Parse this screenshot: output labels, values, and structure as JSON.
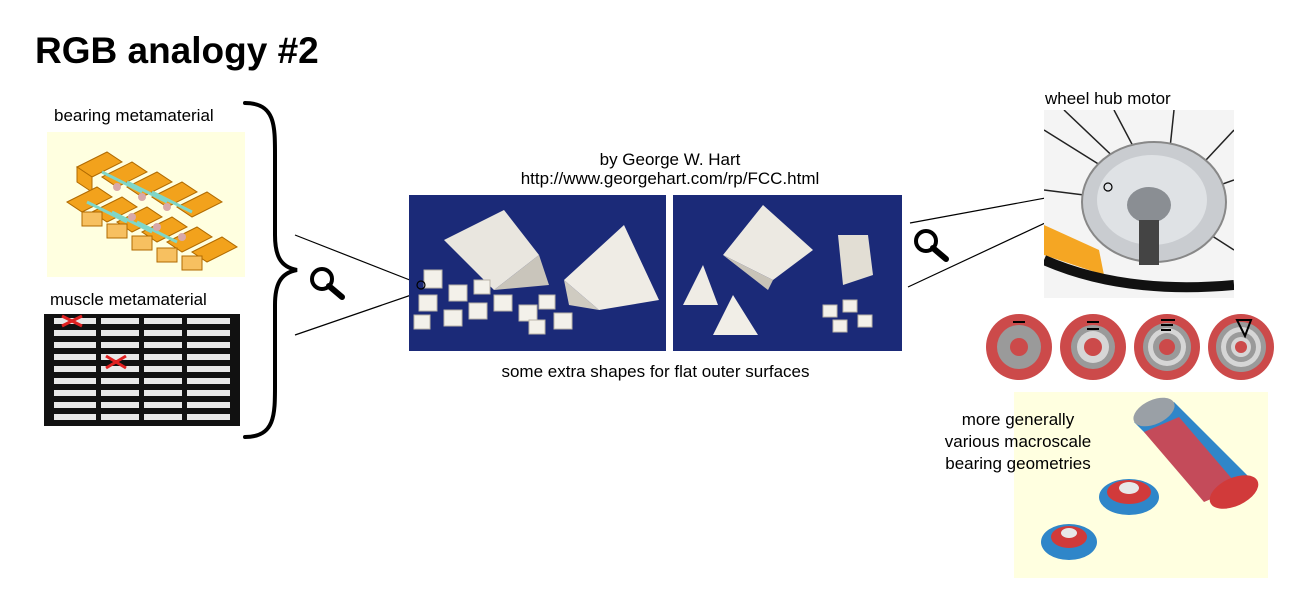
{
  "title": "RGB analogy #2",
  "left": {
    "bearing_label": "bearing metamaterial",
    "muscle_label": "muscle metamaterial"
  },
  "center": {
    "credit_line1": "by George W. Hart",
    "credit_line2": "http://www.georgehart.com/rp/FCC.html",
    "caption": "some extra shapes for flat outer surfaces"
  },
  "right": {
    "hub_label": "wheel hub motor",
    "general_line1": "more generally",
    "general_line2": "various macroscale",
    "general_line3": "bearing geometries"
  },
  "colors": {
    "photo_blue": "#1b2a78",
    "pale_yellow": "#ffffe0",
    "orange": "#f2a21c",
    "ring_red": "#cc4a4a",
    "cross_red": "#e02020",
    "steel_blue": "#2f86c9"
  },
  "icons": [
    "magnifier-icon",
    "magnifier-icon"
  ]
}
